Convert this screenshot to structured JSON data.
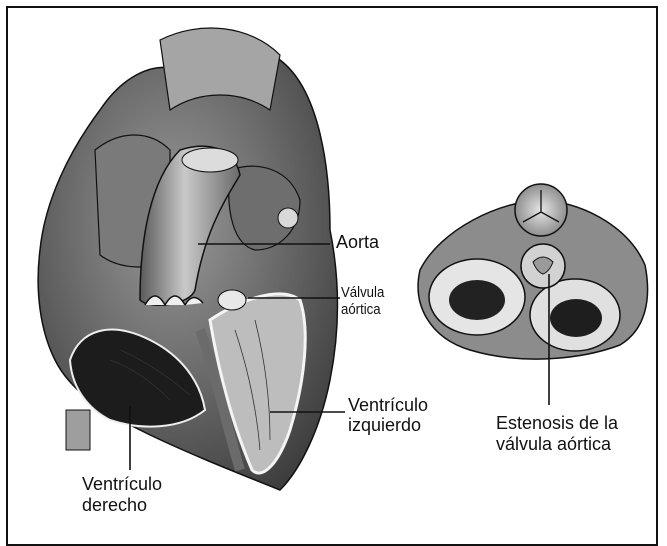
{
  "labels": {
    "aorta": "Aorta",
    "valvula_aortica_1": "Válvula",
    "valvula_aortica_2": "aórtica",
    "ventriculo_izquierdo_1": "Ventrículo",
    "ventriculo_izquierdo_2": "izquierdo",
    "ventriculo_derecho_1": "Ventrículo",
    "ventriculo_derecho_2": "derecho",
    "estenosis_1": "Estenosis de la",
    "estenosis_2": "válvula aórtica"
  },
  "colors": {
    "ink": "#111111",
    "tissue_dark": "#2e2e2e",
    "tissue_mid": "#8a8a8a",
    "tissue_light": "#cfcfcf",
    "background": "#ffffff"
  }
}
